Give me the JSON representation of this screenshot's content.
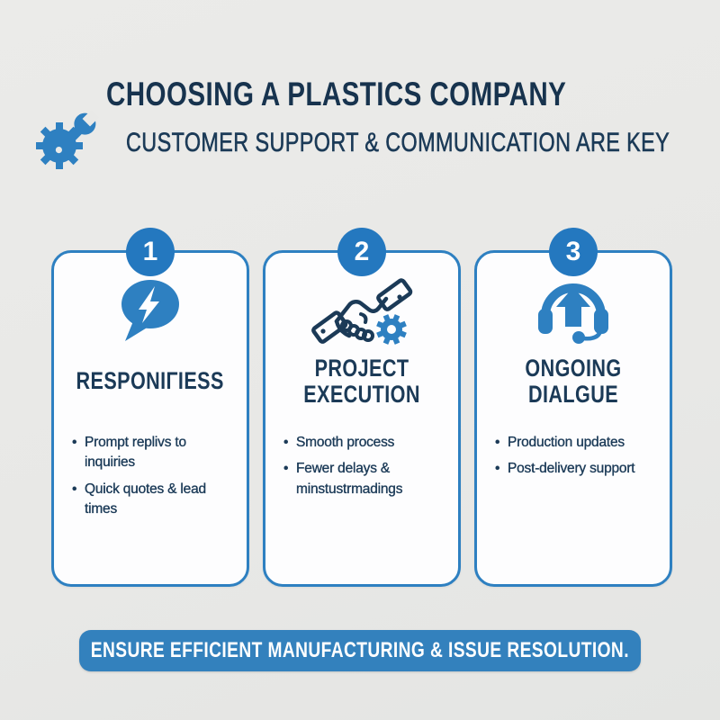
{
  "colors": {
    "background": "#e9e9e7",
    "accent_blue": "#2e80c1",
    "badge_blue": "#2478bf",
    "banner_blue": "#3381bd",
    "navy_text": "#1b3a57",
    "title_navy": "#17334e",
    "card_background": "#fdfdfe",
    "banner_text": "#ffffff"
  },
  "header": {
    "icon": "gear-wrench-icon",
    "title": "CHOOSING A PLASTICS COMPANY",
    "subtitle": "CUSTOMER SUPPORT & COMMUNICATION ARE KEY"
  },
  "cards": [
    {
      "number": "1",
      "icon": "chat-lightning-icon",
      "title": "RESPONIΓIESS",
      "bullets": [
        "Prompt replivs to inquiries",
        "Quick quotes & lead times"
      ]
    },
    {
      "number": "2",
      "icon": "handshake-gear-icon",
      "title": "PROJECT\nEXECUTION",
      "bullets": [
        "Smooth process",
        "Fewer delays & minstustrmadings"
      ]
    },
    {
      "number": "3",
      "icon": "headset-arrow-icon",
      "title": "ONGOING\nDIALGUE",
      "bullets": [
        "Production updates",
        "Post-delivery support"
      ]
    }
  ],
  "banner": {
    "label": "ENSURE EFFICIENT MANUFACTURING & ISSUE RESOLUTION."
  }
}
